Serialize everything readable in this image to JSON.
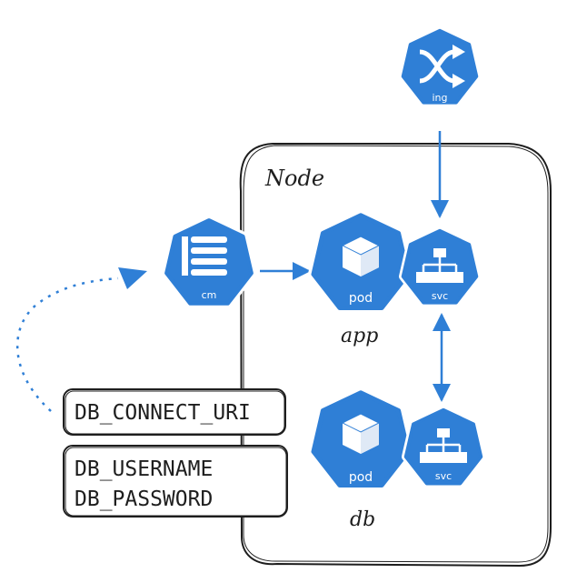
{
  "node": {
    "label": "Node"
  },
  "ingress": {
    "label": "ing"
  },
  "configmap": {
    "label": "cm"
  },
  "app": {
    "pod_label": "pod",
    "svc_label": "svc",
    "name": "app"
  },
  "db": {
    "pod_label": "pod",
    "svc_label": "svc",
    "name": "db"
  },
  "secrets": {
    "connect_box": [
      "DB_CONNECT_URI"
    ],
    "credentials_box": [
      "DB_USERNAME",
      "DB_PASSWORD"
    ]
  },
  "colors": {
    "k8s_blue": "#2f7fd6",
    "stroke": "#1e1e1e",
    "dotted": "#2f7fd6"
  }
}
